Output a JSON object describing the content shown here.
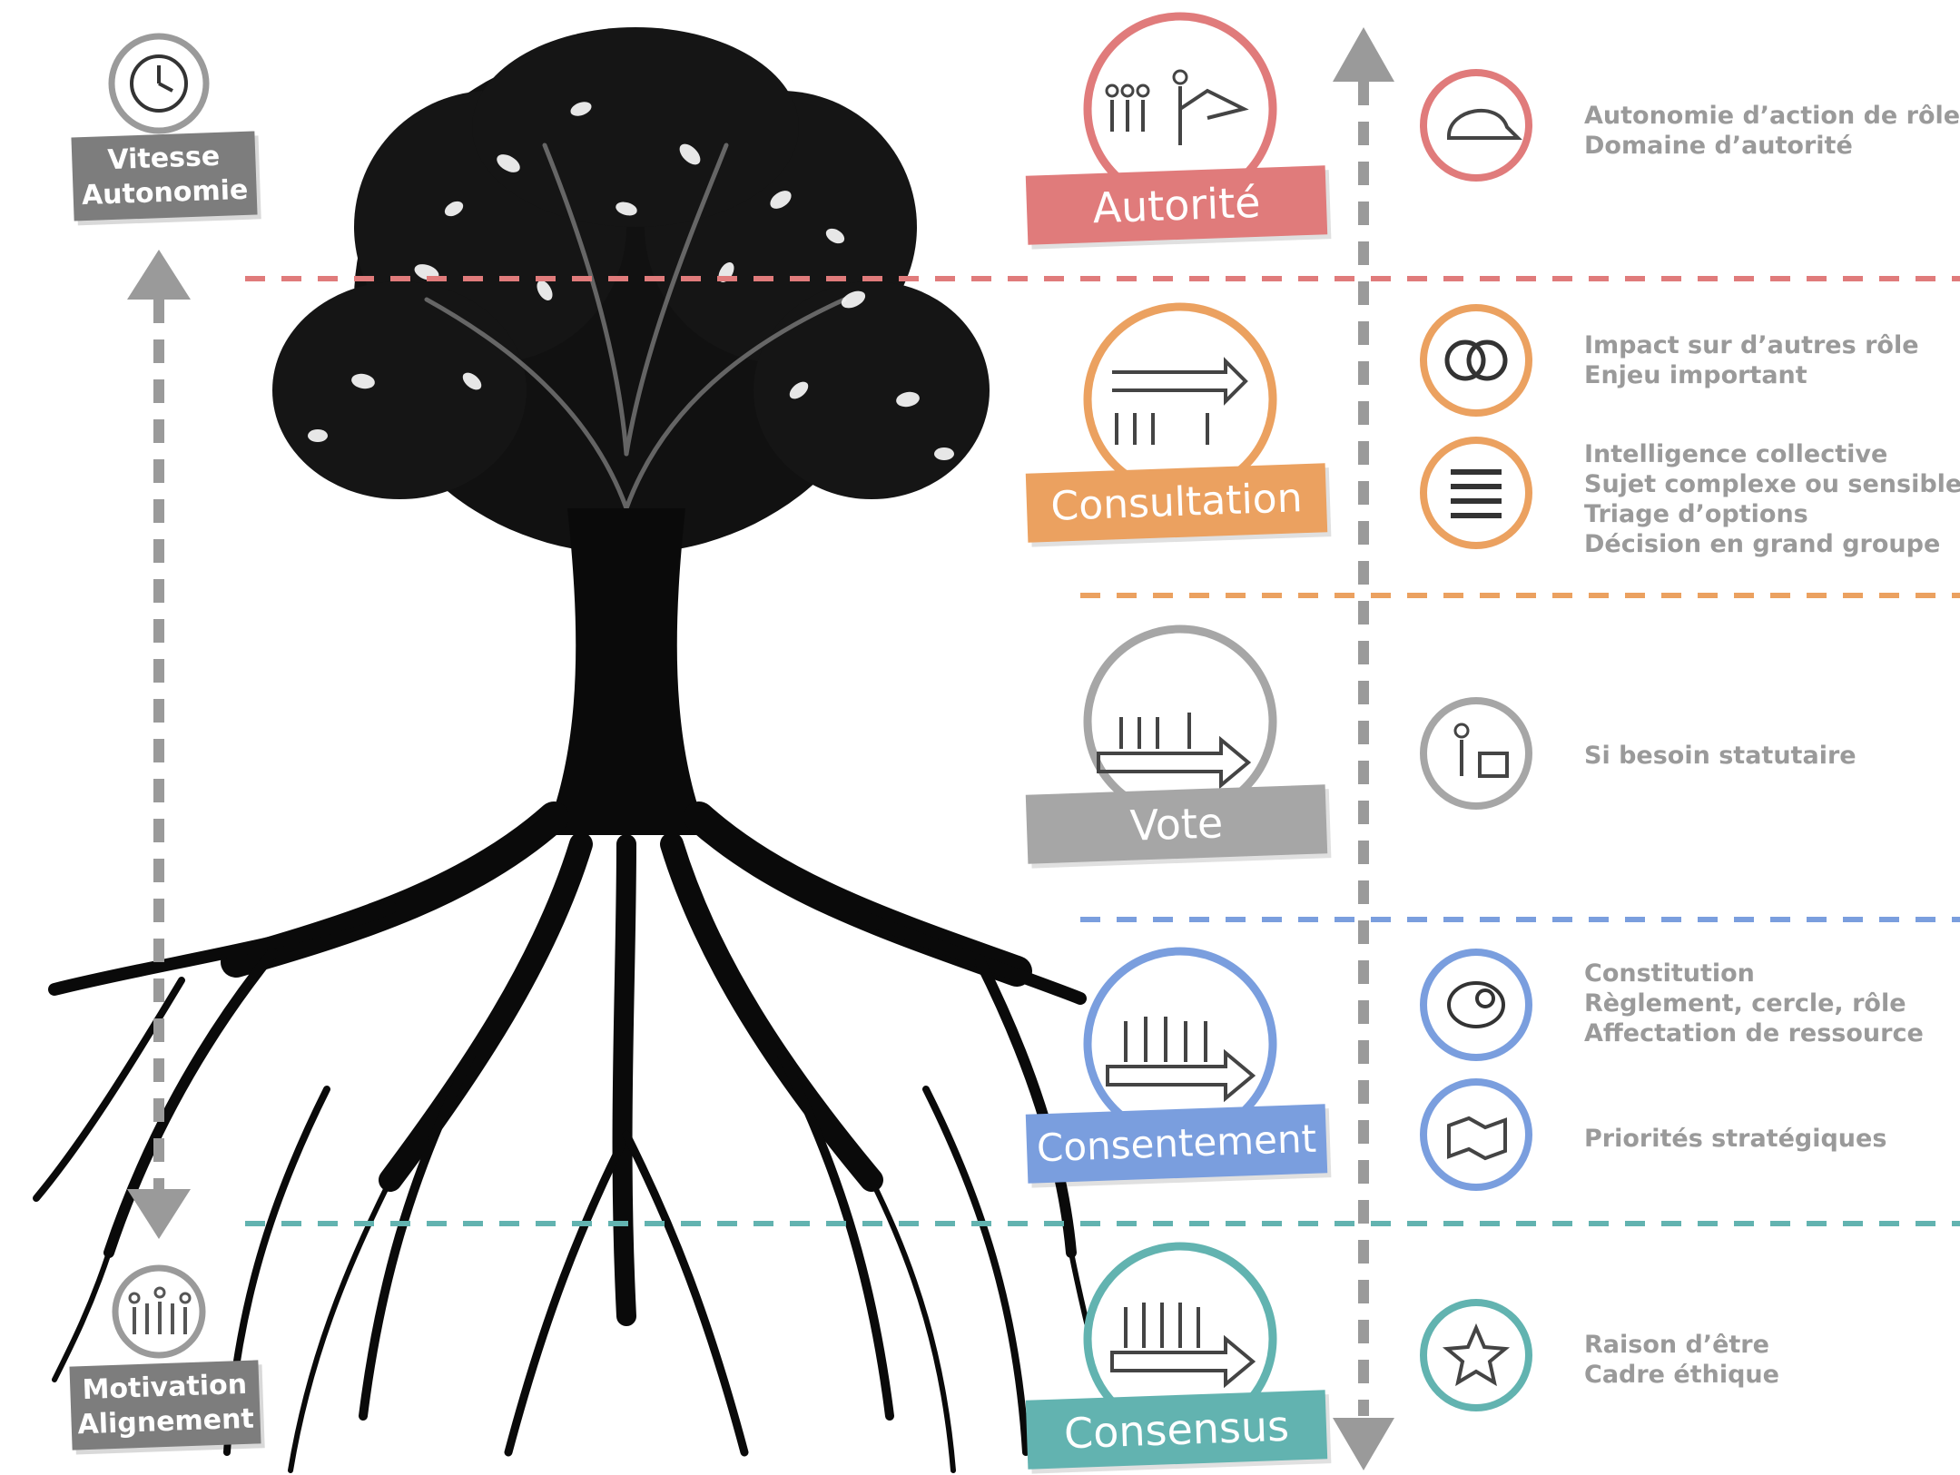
{
  "side_labels": {
    "top": [
      "Vitesse",
      "Autonomie"
    ],
    "bottom": [
      "Motivation",
      "Alignement"
    ]
  },
  "levels": [
    {
      "id": "autorite",
      "label": "Autorité",
      "color": "#e07b7b",
      "criteria": [
        {
          "icon": "cap-icon",
          "lines": [
            "Autonomie d’action de rôle",
            "Domaine d’autorité"
          ]
        }
      ]
    },
    {
      "id": "consultation",
      "label": "Consultation",
      "color": "#eba160",
      "criteria": [
        {
          "icon": "rings-icon",
          "lines": [
            "Impact sur d’autres rôle",
            "Enjeu important"
          ]
        },
        {
          "icon": "stack-icon",
          "lines": [
            "Intelligence collective",
            "Sujet complexe ou sensible",
            "Triage d’options",
            "Décision en grand groupe"
          ]
        }
      ]
    },
    {
      "id": "vote",
      "label": "Vote",
      "color": "#a6a6a6",
      "criteria": [
        {
          "icon": "ballot-icon",
          "lines": [
            "Si besoin statutaire"
          ]
        }
      ]
    },
    {
      "id": "consentement",
      "label": "Consentement",
      "color": "#7a9ede",
      "criteria": [
        {
          "icon": "circle-eye-icon",
          "lines": [
            "Constitution",
            "Règlement, cercle, rôle",
            "Affectation de ressource"
          ]
        },
        {
          "icon": "map-icon",
          "lines": [
            "Priorités stratégiques"
          ]
        }
      ]
    },
    {
      "id": "consensus",
      "label": "Consensus",
      "color": "#62b3b0",
      "criteria": [
        {
          "icon": "star-icon",
          "lines": [
            "Raison d’être",
            "Cadre éthique"
          ]
        }
      ]
    }
  ]
}
